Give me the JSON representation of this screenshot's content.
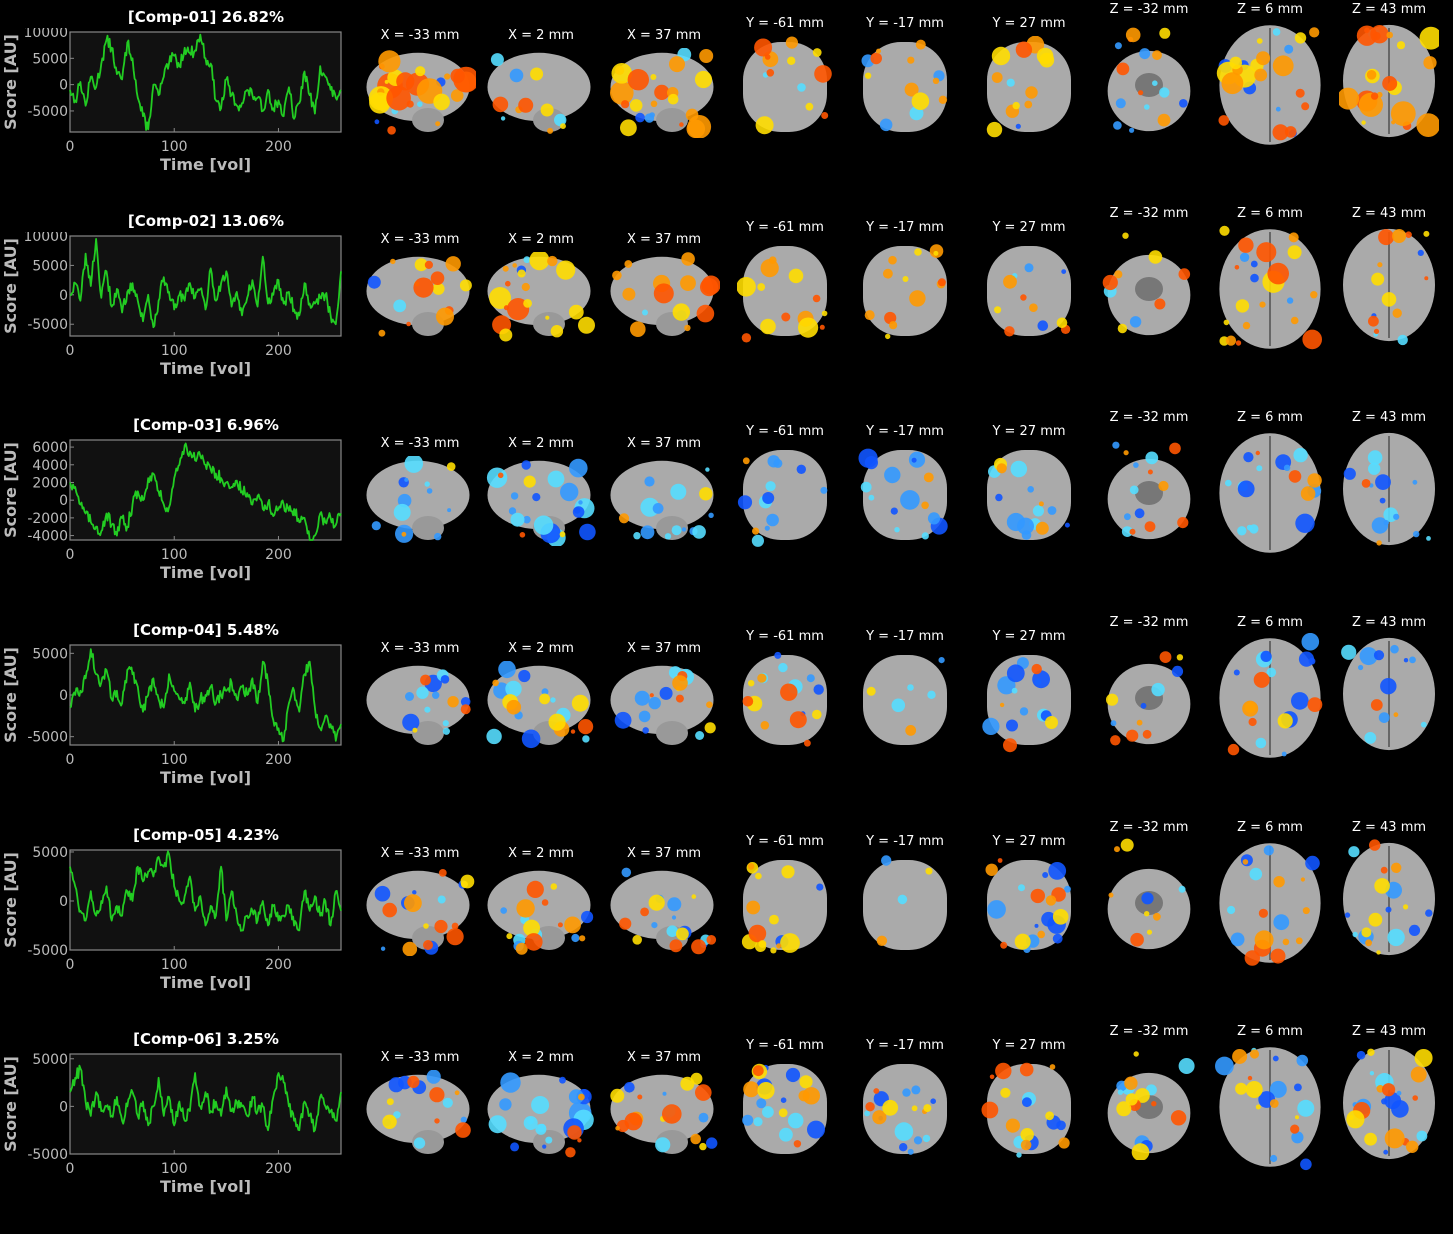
{
  "chart_data": [
    {
      "type": "line",
      "title": "[Comp-01] 26.82%",
      "xlabel": "Time [vol]",
      "ylabel": "Score [AU]",
      "xlim": [
        0,
        260
      ],
      "ylim": [
        -9000,
        10000
      ],
      "xticks": [
        0,
        100,
        200
      ],
      "yticks": [
        10000,
        5000,
        0,
        -5000
      ],
      "ytick_labels": [
        "10000",
        "5000",
        "0",
        "-5000"
      ],
      "color": "#22cc22",
      "series": [
        {
          "x": [
            0,
            5,
            10,
            15,
            20,
            25,
            30,
            35,
            40,
            45,
            50,
            55,
            60,
            65,
            70,
            75,
            80,
            85,
            90,
            95,
            100,
            105,
            110,
            115,
            120,
            125,
            130,
            135,
            140,
            145,
            150,
            155,
            160,
            165,
            170,
            175,
            180,
            185,
            190,
            195,
            200,
            205,
            210,
            215,
            220,
            225,
            230,
            235,
            240,
            245,
            250,
            255,
            260
          ],
          "values": [
            -1000,
            -3000,
            500,
            -4000,
            1500,
            -500,
            4000,
            8500,
            7000,
            2000,
            1000,
            8000,
            5000,
            -2500,
            -6000,
            -8500,
            0,
            -2000,
            1500,
            4000,
            5500,
            3500,
            7000,
            6000,
            6500,
            9500,
            5000,
            4000,
            -3000,
            -4500,
            1000,
            -2000,
            -4000,
            -3500,
            -1000,
            -2000,
            -2500,
            -5000,
            -1000,
            -4500,
            -3000,
            -6000,
            -500,
            -6500,
            -3500,
            2500,
            -2000,
            -5500,
            3500,
            1500,
            -1000,
            -2500,
            -1000
          ]
        }
      ]
    },
    {
      "type": "line",
      "title": "[Comp-02] 13.06%",
      "xlabel": "Time [vol]",
      "ylabel": "Score [AU]",
      "xlim": [
        0,
        260
      ],
      "ylim": [
        -7000,
        10000
      ],
      "xticks": [
        0,
        100,
        200
      ],
      "yticks": [
        10000,
        5000,
        0,
        -5000
      ],
      "ytick_labels": [
        "10000",
        "5000",
        "0",
        "-5000"
      ],
      "color": "#22cc22",
      "series": [
        {
          "x": [
            0,
            5,
            10,
            15,
            20,
            25,
            30,
            35,
            40,
            45,
            50,
            55,
            60,
            65,
            70,
            75,
            80,
            85,
            90,
            95,
            100,
            105,
            110,
            115,
            120,
            125,
            130,
            135,
            140,
            145,
            150,
            155,
            160,
            165,
            170,
            175,
            180,
            185,
            190,
            195,
            200,
            205,
            210,
            215,
            220,
            225,
            230,
            235,
            240,
            245,
            250,
            255,
            260
          ],
          "values": [
            0,
            2000,
            -1000,
            7000,
            1500,
            9500,
            -500,
            4000,
            -2000,
            1000,
            -3000,
            500,
            2000,
            -1000,
            -4500,
            0,
            -5500,
            -1000,
            3000,
            500,
            -2500,
            0,
            -1000,
            2000,
            -500,
            1000,
            -2500,
            4500,
            -1000,
            2000,
            4000,
            -2000,
            500,
            -3500,
            -500,
            2500,
            -2000,
            6500,
            -1500,
            0,
            2500,
            -1500,
            500,
            -2500,
            -3500,
            2000,
            -1500,
            -1500,
            -500,
            0,
            -3500,
            -5000,
            4000
          ]
        }
      ]
    },
    {
      "type": "line",
      "title": "[Comp-03] 6.96%",
      "xlabel": "Time [vol]",
      "ylabel": "Score [AU]",
      "xlim": [
        0,
        260
      ],
      "ylim": [
        -4500,
        6800
      ],
      "xticks": [
        0,
        100,
        200
      ],
      "yticks": [
        6000,
        4000,
        2000,
        0,
        -2000,
        -4000
      ],
      "ytick_labels": [
        "6000",
        "4000",
        "2000",
        "0",
        "-2000",
        "-4000"
      ],
      "color": "#22cc22",
      "series": [
        {
          "x": [
            0,
            5,
            10,
            15,
            20,
            25,
            30,
            35,
            40,
            45,
            50,
            55,
            60,
            65,
            70,
            75,
            80,
            85,
            90,
            95,
            100,
            105,
            110,
            115,
            120,
            125,
            130,
            135,
            140,
            145,
            150,
            155,
            160,
            165,
            170,
            175,
            180,
            185,
            190,
            195,
            200,
            205,
            210,
            215,
            220,
            225,
            230,
            235,
            240,
            245,
            250,
            255,
            260
          ],
          "values": [
            2000,
            1500,
            -500,
            -1500,
            -2500,
            -3000,
            -3500,
            -1500,
            -2800,
            -4000,
            -2000,
            -3000,
            -500,
            1000,
            0,
            2500,
            3000,
            1000,
            -500,
            -800,
            2500,
            4000,
            6200,
            5500,
            4500,
            5000,
            4000,
            3500,
            3000,
            2500,
            2000,
            1500,
            2200,
            1000,
            800,
            -500,
            500,
            -1000,
            -300,
            -1800,
            -1000,
            -500,
            -1200,
            -1000,
            -2500,
            -2000,
            -4500,
            -4000,
            -1500,
            -2500,
            -2000,
            -2800,
            -1500
          ]
        }
      ]
    },
    {
      "type": "line",
      "title": "[Comp-04] 5.48%",
      "xlabel": "Time [vol]",
      "ylabel": "Score [AU]",
      "xlim": [
        0,
        260
      ],
      "ylim": [
        -6000,
        6000
      ],
      "xticks": [
        0,
        100,
        200
      ],
      "yticks": [
        5000,
        0,
        -5000
      ],
      "ytick_labels": [
        "5000",
        "0",
        "-5000"
      ],
      "color": "#22cc22",
      "series": [
        {
          "x": [
            0,
            5,
            10,
            15,
            20,
            25,
            30,
            35,
            40,
            45,
            50,
            55,
            60,
            65,
            70,
            75,
            80,
            85,
            90,
            95,
            100,
            105,
            110,
            115,
            120,
            125,
            130,
            135,
            140,
            145,
            150,
            155,
            160,
            165,
            170,
            175,
            180,
            185,
            190,
            195,
            200,
            205,
            210,
            215,
            220,
            225,
            230,
            235,
            240,
            245,
            250,
            255,
            260
          ],
          "values": [
            -1500,
            0,
            500,
            2000,
            5500,
            2500,
            1500,
            3000,
            -500,
            500,
            -1000,
            3000,
            2500,
            1000,
            -2000,
            0,
            2000,
            -500,
            -1500,
            2500,
            500,
            -500,
            -1000,
            1500,
            -2000,
            -500,
            0,
            1000,
            -1000,
            0,
            500,
            1500,
            -500,
            1000,
            0,
            2000,
            -1000,
            4000,
            1500,
            -3000,
            -4000,
            -5500,
            -1000,
            500,
            -2000,
            2500,
            4000,
            -1500,
            -4000,
            -2500,
            -3500,
            -5500,
            -3500
          ]
        }
      ]
    },
    {
      "type": "line",
      "title": "[Comp-05] 4.23%",
      "xlabel": "Time [vol]",
      "ylabel": "Score [AU]",
      "xlim": [
        0,
        260
      ],
      "ylim": [
        -5000,
        5200
      ],
      "xticks": [
        0,
        100,
        200
      ],
      "yticks": [
        5000,
        0,
        -5000
      ],
      "ytick_labels": [
        "5000",
        "0",
        "-5000"
      ],
      "color": "#22cc22",
      "series": [
        {
          "x": [
            0,
            5,
            10,
            15,
            20,
            25,
            30,
            35,
            40,
            45,
            50,
            55,
            60,
            65,
            70,
            75,
            80,
            85,
            90,
            95,
            100,
            105,
            110,
            115,
            120,
            125,
            130,
            135,
            140,
            145,
            150,
            155,
            160,
            165,
            170,
            175,
            180,
            185,
            190,
            195,
            200,
            205,
            210,
            215,
            220,
            225,
            230,
            235,
            240,
            245,
            250,
            255,
            260
          ],
          "values": [
            3500,
            1500,
            -1000,
            -2000,
            1000,
            -1500,
            0,
            1500,
            -2000,
            -500,
            -1500,
            1000,
            0,
            3500,
            2000,
            3000,
            2500,
            4500,
            3500,
            4800,
            1500,
            0,
            500,
            2500,
            -1000,
            500,
            -2500,
            -500,
            -1500,
            3500,
            -2000,
            1000,
            -1500,
            -3000,
            -1500,
            -1000,
            -2000,
            0,
            -2500,
            -500,
            -2000,
            -1500,
            -500,
            -2500,
            -3000,
            1000,
            -1000,
            500,
            -1500,
            0,
            -2500,
            1000,
            -1000
          ]
        }
      ]
    },
    {
      "type": "line",
      "title": "[Comp-06] 3.25%",
      "xlabel": "Time [vol]",
      "ylabel": "Score [AU]",
      "xlim": [
        0,
        260
      ],
      "ylim": [
        -5000,
        5500
      ],
      "xticks": [
        0,
        100,
        200
      ],
      "yticks": [
        5000,
        0,
        -5000
      ],
      "ytick_labels": [
        "5000",
        "0",
        "-5000"
      ],
      "color": "#22cc22",
      "series": [
        {
          "x": [
            0,
            5,
            10,
            15,
            20,
            25,
            30,
            35,
            40,
            45,
            50,
            55,
            60,
            65,
            70,
            75,
            80,
            85,
            90,
            95,
            100,
            105,
            110,
            115,
            120,
            125,
            130,
            135,
            140,
            145,
            150,
            155,
            160,
            165,
            170,
            175,
            180,
            185,
            190,
            195,
            200,
            205,
            210,
            215,
            220,
            225,
            230,
            235,
            240,
            245,
            250,
            255,
            260
          ],
          "values": [
            1500,
            3000,
            4000,
            500,
            -1000,
            1500,
            -500,
            0,
            -1000,
            1000,
            -1500,
            0,
            1500,
            -1000,
            500,
            -2000,
            0,
            3000,
            -1000,
            1000,
            -2000,
            500,
            -1500,
            -500,
            3500,
            0,
            1500,
            -500,
            500,
            -1000,
            2000,
            -500,
            500,
            0,
            -1000,
            1000,
            -500,
            0,
            -2500,
            1000,
            3500,
            2500,
            0,
            -1500,
            -2500,
            500,
            -1000,
            -2500,
            1000,
            0,
            -500,
            -1500,
            1500
          ]
        }
      ]
    }
  ],
  "slice_labels": [
    "X = -33 mm",
    "X = 2 mm",
    "X = 37 mm",
    "Y = -61 mm",
    "Y = -17 mm",
    "Y = 27 mm",
    "Z = -32 mm",
    "Z = 6 mm",
    "Z = 43 mm"
  ],
  "colors": {
    "line": "#22cc22",
    "axis": "#888888",
    "label": "#bbbbbb",
    "plot_bg": "#111111",
    "brain": "#aaaaaa",
    "positive": [
      "#ff5500",
      "#ff9900",
      "#ffdd00"
    ],
    "negative": [
      "#1155ff",
      "#3399ff",
      "#55ddff"
    ]
  },
  "maps": [
    {
      "pos": [
        1.0,
        0.3,
        0.9,
        0.5,
        0.4,
        0.5,
        0.3,
        0.8,
        1.0
      ],
      "neg": [
        0.2,
        0.2,
        0.2,
        0.1,
        0.2,
        0.1,
        0.4,
        0.3,
        0.1
      ]
    },
    {
      "pos": [
        0.6,
        0.8,
        0.6,
        0.6,
        0.6,
        0.3,
        0.3,
        0.8,
        0.5
      ],
      "neg": [
        0.1,
        0.1,
        0.1,
        0.0,
        0.0,
        0.2,
        0.1,
        0.2,
        0.2
      ]
    },
    {
      "pos": [
        0.1,
        0.2,
        0.1,
        0.1,
        0.1,
        0.2,
        0.3,
        0.2,
        0.1
      ],
      "neg": [
        0.5,
        0.8,
        0.6,
        0.5,
        0.6,
        0.5,
        0.3,
        0.6,
        0.6
      ]
    },
    {
      "pos": [
        0.2,
        0.4,
        0.3,
        0.4,
        0.1,
        0.2,
        0.3,
        0.3,
        0.1
      ],
      "neg": [
        0.5,
        0.5,
        0.4,
        0.3,
        0.2,
        0.5,
        0.2,
        0.5,
        0.5
      ]
    },
    {
      "pos": [
        0.5,
        0.5,
        0.4,
        0.6,
        0.1,
        0.4,
        0.3,
        0.5,
        0.4
      ],
      "neg": [
        0.3,
        0.3,
        0.4,
        0.1,
        0.1,
        0.5,
        0.1,
        0.3,
        0.4
      ]
    },
    {
      "pos": [
        0.3,
        0.2,
        0.6,
        0.4,
        0.3,
        0.5,
        0.4,
        0.4,
        0.6
      ],
      "neg": [
        0.4,
        0.8,
        0.3,
        0.5,
        0.5,
        0.3,
        0.3,
        0.5,
        0.5
      ]
    }
  ]
}
